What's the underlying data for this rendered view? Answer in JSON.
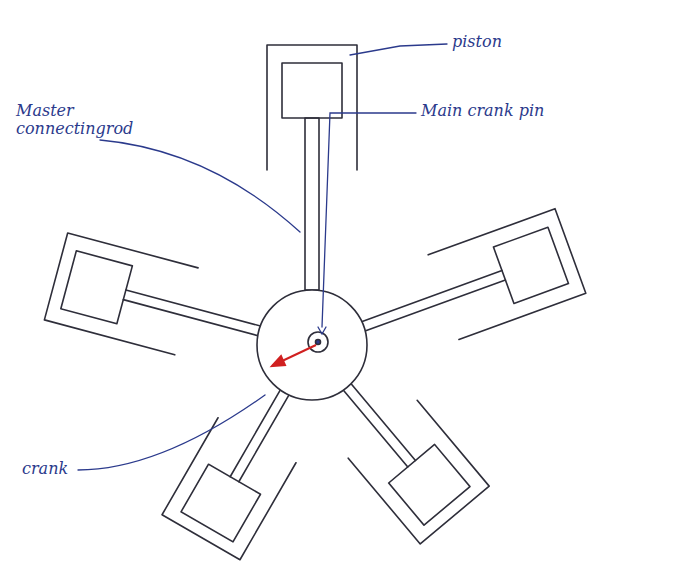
{
  "diagram": {
    "labels": [
      "piston",
      "Master connectingrod",
      "Main crank pin",
      "crank"
    ]
  }
}
